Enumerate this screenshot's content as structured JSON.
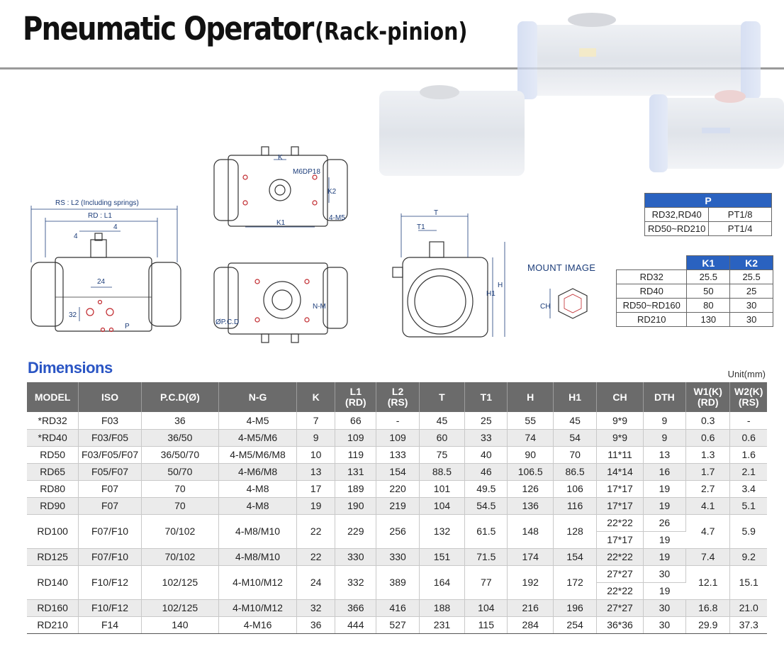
{
  "header": {
    "title_main": "Pneumatic Operator",
    "title_sub": "(Rack-pinion)"
  },
  "drawing_labels": {
    "rs_l2": "RS : L2 (Including springs)",
    "rd_l1": "RD : L1",
    "dim4_a": "4",
    "dim4_b": "4",
    "dim24": "24",
    "dim32": "32",
    "p_label": "P",
    "k_label": "K",
    "m6dp18": "M6DP18",
    "k2_label": "K2",
    "k1_label": "K1",
    "m5_label": "4-M5",
    "pcd_label": "ØP.C.D",
    "nm_label": "N-M",
    "t_label": "T",
    "t1_label": "T1",
    "h1_label": "H1",
    "h_label": "H",
    "ch_label": "CH",
    "mount_image": "MOUNT IMAGE"
  },
  "p_table": {
    "header": "P",
    "rows": [
      [
        "RD32,RD40",
        "PT1/8"
      ],
      [
        "RD50~RD210",
        "PT1/4"
      ]
    ]
  },
  "k_table": {
    "headers": [
      "",
      "K1",
      "K2"
    ],
    "rows": [
      [
        "RD32",
        "25.5",
        "25.5"
      ],
      [
        "RD40",
        "50",
        "25"
      ],
      [
        "RD50~RD160",
        "80",
        "30"
      ],
      [
        "RD210",
        "130",
        "30"
      ]
    ]
  },
  "dimensions": {
    "title": "Dimensions",
    "unit": "Unit(mm)",
    "headers": [
      "MODEL",
      "ISO",
      "P.C.D(Ø)",
      "N-G",
      "K",
      "L1\n(RD)",
      "L2\n(RS)",
      "T",
      "T1",
      "H",
      "H1",
      "CH",
      "DTH",
      "W1(K)\n(RD)",
      "W2(K)\n(RS)"
    ],
    "rows": [
      {
        "cells": [
          "*RD32",
          "F03",
          "36",
          "4-M5",
          "7",
          "66",
          "-",
          "45",
          "25",
          "55",
          "45"
        ],
        "ch": [
          "9*9"
        ],
        "dth": [
          "9"
        ],
        "w": [
          "0.3",
          "-"
        ]
      },
      {
        "cells": [
          "*RD40",
          "F03/F05",
          "36/50",
          "4-M5/M6",
          "9",
          "109",
          "109",
          "60",
          "33",
          "74",
          "54"
        ],
        "ch": [
          "9*9"
        ],
        "dth": [
          "9"
        ],
        "w": [
          "0.6",
          "0.6"
        ]
      },
      {
        "cells": [
          "RD50",
          "F03/F05/F07",
          "36/50/70",
          "4-M5/M6/M8",
          "10",
          "119",
          "133",
          "75",
          "40",
          "90",
          "70"
        ],
        "ch": [
          "11*11"
        ],
        "dth": [
          "13"
        ],
        "w": [
          "1.3",
          "1.6"
        ]
      },
      {
        "cells": [
          "RD65",
          "F05/F07",
          "50/70",
          "4-M6/M8",
          "13",
          "131",
          "154",
          "88.5",
          "46",
          "106.5",
          "86.5"
        ],
        "ch": [
          "14*14"
        ],
        "dth": [
          "16"
        ],
        "w": [
          "1.7",
          "2.1"
        ]
      },
      {
        "cells": [
          "RD80",
          "F07",
          "70",
          "4-M8",
          "17",
          "189",
          "220",
          "101",
          "49.5",
          "126",
          "106"
        ],
        "ch": [
          "17*17"
        ],
        "dth": [
          "19"
        ],
        "w": [
          "2.7",
          "3.4"
        ]
      },
      {
        "cells": [
          "RD90",
          "F07",
          "70",
          "4-M8",
          "19",
          "190",
          "219",
          "104",
          "54.5",
          "136",
          "116"
        ],
        "ch": [
          "17*17"
        ],
        "dth": [
          "19"
        ],
        "w": [
          "4.1",
          "5.1"
        ]
      },
      {
        "cells": [
          "RD100",
          "F07/F10",
          "70/102",
          "4-M8/M10",
          "22",
          "229",
          "256",
          "132",
          "61.5",
          "148",
          "128"
        ],
        "ch": [
          "22*22",
          "17*17"
        ],
        "dth": [
          "26",
          "19"
        ],
        "w": [
          "4.7",
          "5.9"
        ]
      },
      {
        "cells": [
          "RD125",
          "F07/F10",
          "70/102",
          "4-M8/M10",
          "22",
          "330",
          "330",
          "151",
          "71.5",
          "174",
          "154"
        ],
        "ch": [
          "22*22"
        ],
        "dth": [
          "19"
        ],
        "w": [
          "7.4",
          "9.2"
        ]
      },
      {
        "cells": [
          "RD140",
          "F10/F12",
          "102/125",
          "4-M10/M12",
          "24",
          "332",
          "389",
          "164",
          "77",
          "192",
          "172"
        ],
        "ch": [
          "27*27",
          "22*22"
        ],
        "dth": [
          "30",
          "19"
        ],
        "w": [
          "12.1",
          "15.1"
        ]
      },
      {
        "cells": [
          "RD160",
          "F10/F12",
          "102/125",
          "4-M10/M12",
          "32",
          "366",
          "416",
          "188",
          "104",
          "216",
          "196"
        ],
        "ch": [
          "27*27"
        ],
        "dth": [
          "30"
        ],
        "w": [
          "16.8",
          "21.0"
        ]
      },
      {
        "cells": [
          "RD210",
          "F14",
          "140",
          "4-M16",
          "36",
          "444",
          "527",
          "231",
          "115",
          "284",
          "254"
        ],
        "ch": [
          "36*36"
        ],
        "dth": [
          "30"
        ],
        "w": [
          "29.9",
          "37.3"
        ]
      }
    ]
  },
  "colors": {
    "accent_blue": "#2a62c0",
    "title_blue": "#2a55c4",
    "header_gray": "#6b6b6b",
    "row_shade": "#ebebeb",
    "drawing_blue": "#1c3d7a",
    "hole_red": "#c0282d"
  }
}
